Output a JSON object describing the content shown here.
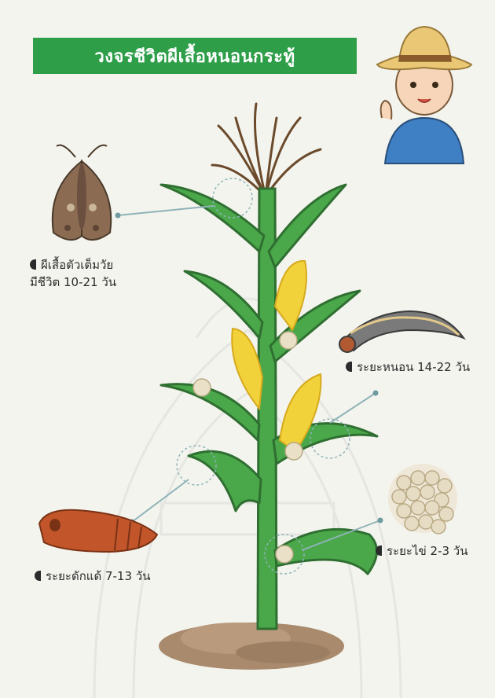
{
  "title": "วงจรชีวิตผีเสื้อหนอนกระทู้",
  "stages": {
    "adult": {
      "line1": "ผีเสื้อตัวเต็มวัย",
      "line2": "มีชีวิต 10-21 วัน"
    },
    "larva": {
      "text": "ระยะหนอน 14-22 วัน"
    },
    "egg": {
      "text": "ระยะไข่  2-3 วัน"
    },
    "pupa": {
      "text": "ระยะดักแด้  7-13 วัน"
    }
  },
  "colors": {
    "title_bg": "#2e9e49",
    "leaf": "#4aa84a",
    "leaf_dark": "#2f6f31",
    "stalk_outline": "#6b4a2b",
    "corn": "#f2d23a",
    "pupa": "#c2552a",
    "soil": "#a98a6d",
    "connector": "#8fb3b8"
  }
}
